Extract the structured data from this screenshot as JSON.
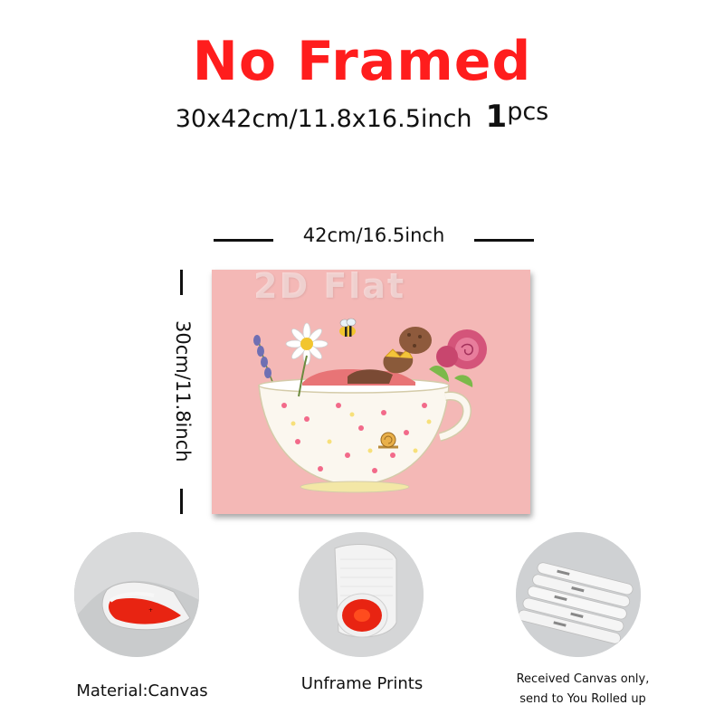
{
  "headline": "No Framed",
  "size": {
    "text": "30x42cm/11.8x16.5inch",
    "qty_number": "1",
    "qty_unit": "pcs"
  },
  "dimensions": {
    "width_label": "42cm/16.5inch",
    "height_label": "30cm/11.8inch"
  },
  "canvas": {
    "watermark": "2D Flat",
    "background_color": "#f4b8b6"
  },
  "features": [
    {
      "caption_line1": "Material:Canvas"
    },
    {
      "caption_line1": "Unframe  Prints"
    },
    {
      "caption_line1": "Received Canvas only,",
      "caption_line2": "send to You Rolled up"
    }
  ],
  "colors": {
    "headline": "#ff1d1d",
    "text": "#111111"
  }
}
